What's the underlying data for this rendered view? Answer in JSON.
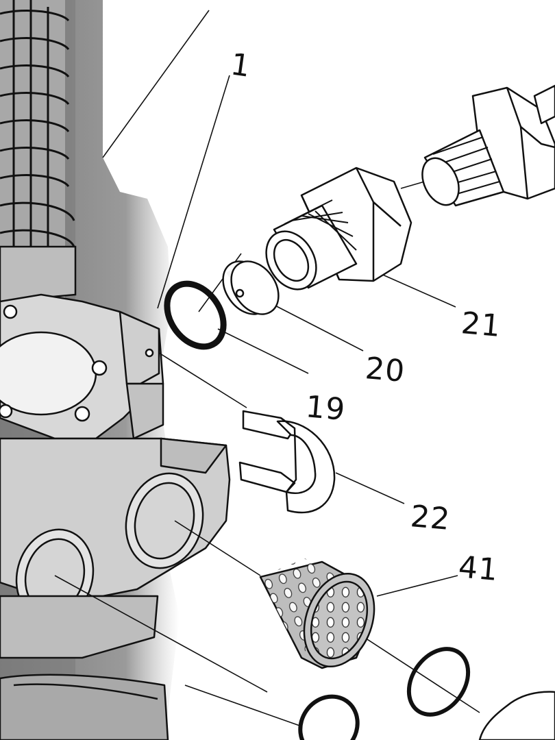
{
  "diagram": {
    "callouts": [
      {
        "id": "part-1",
        "label": "1"
      },
      {
        "id": "part-19",
        "label": "19"
      },
      {
        "id": "part-20",
        "label": "20"
      },
      {
        "id": "part-21",
        "label": "21"
      },
      {
        "id": "part-22",
        "label": "22"
      },
      {
        "id": "part-41",
        "label": "41"
      }
    ]
  },
  "colors": {
    "background": "#ffffff",
    "shadow": "#8f8f8f",
    "line": "#111111",
    "strainer_fill": "#bdbdbd"
  }
}
